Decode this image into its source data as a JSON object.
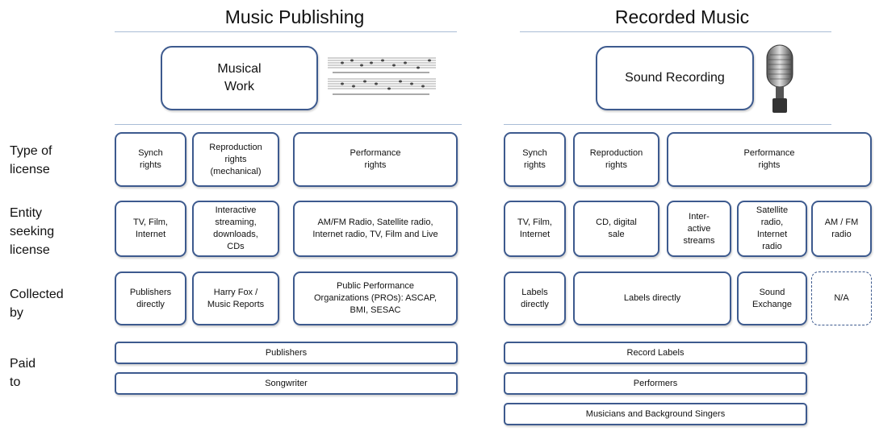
{
  "publishing": {
    "title": "Music Publishing",
    "work": "Musical\nWork",
    "license_types": [
      "Synch\nrights",
      "Reproduction\nrights\n(mechanical)",
      "Performance\nrights"
    ],
    "entities": [
      "TV, Film,\nInternet",
      "Interactive\nstreaming,\ndownloads,\nCDs",
      "AM/FM Radio, Satellite radio,\nInternet radio, TV, Film and Live"
    ],
    "collected": [
      "Publishers\ndirectly",
      "Harry Fox /\nMusic Reports",
      "Public Performance\nOrganizations (PROs): ASCAP,\nBMI, SESAC"
    ],
    "paid": [
      "Publishers",
      "Songwriter"
    ]
  },
  "recorded": {
    "title": "Recorded Music",
    "work": "Sound Recording",
    "license_types": [
      "Synch\nrights",
      "Reproduction\nrights",
      "Performance\nrights"
    ],
    "entities": [
      "TV, Film,\nInternet",
      "CD, digital\nsale",
      "Inter-\nactive\nstreams",
      "Satellite\nradio,\nInternet\nradio",
      "AM / FM\nradio"
    ],
    "collected": [
      "Labels\ndirectly",
      "Labels directly",
      "Sound\nExchange",
      "N/A"
    ],
    "paid": [
      "Record Labels",
      "Performers",
      "Musicians and Background Singers"
    ]
  },
  "row_labels": {
    "type": "Type of\nlicense",
    "entity": "Entity\nseeking\nlicense",
    "collected": "Collected\nby",
    "paid": "Paid\nto"
  },
  "icons": {
    "sheet": "sheet-music-icon",
    "mic": "microphone-icon"
  },
  "colors": {
    "border": "#3d5a8e",
    "rule": "#a9bcd6"
  }
}
